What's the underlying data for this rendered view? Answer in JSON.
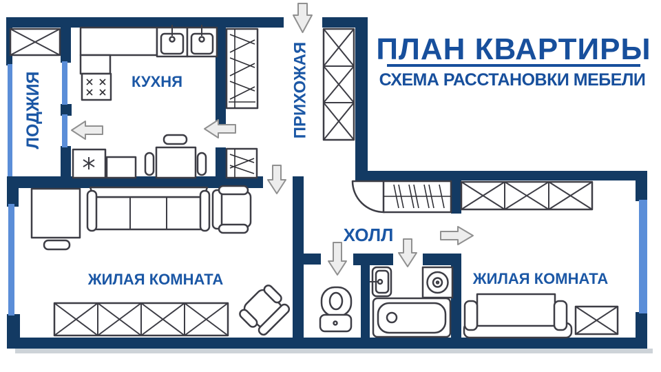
{
  "title": {
    "text": "ПЛАН КВАРТИРЫ",
    "subtitle": "СХЕМА РАССТАНОВКИ МЕБЕЛИ"
  },
  "rooms": {
    "loggia": {
      "label": "ЛОДЖИЯ"
    },
    "kitchen": {
      "label": "КУХНЯ"
    },
    "entry_hallway": {
      "label": "ПРИХОЖАЯ"
    },
    "hall": {
      "label": "ХОЛЛ"
    },
    "living_room_1": {
      "label": "ЖИЛАЯ КОМНАТА"
    },
    "living_room_2": {
      "label": "ЖИЛАЯ КОМНАТА"
    }
  },
  "colors": {
    "background": "#ffffff",
    "wall": "#133a63",
    "window": "#5b8ed8",
    "label_text": "#1b57a5",
    "title_text": "#174f9c",
    "furniture_stroke": "#3d3d45",
    "hatch_stroke": "#2e2e34",
    "arrow_fill": "#ededed",
    "arrow_stroke": "#909090",
    "shadow": "#cdd3d8"
  }
}
